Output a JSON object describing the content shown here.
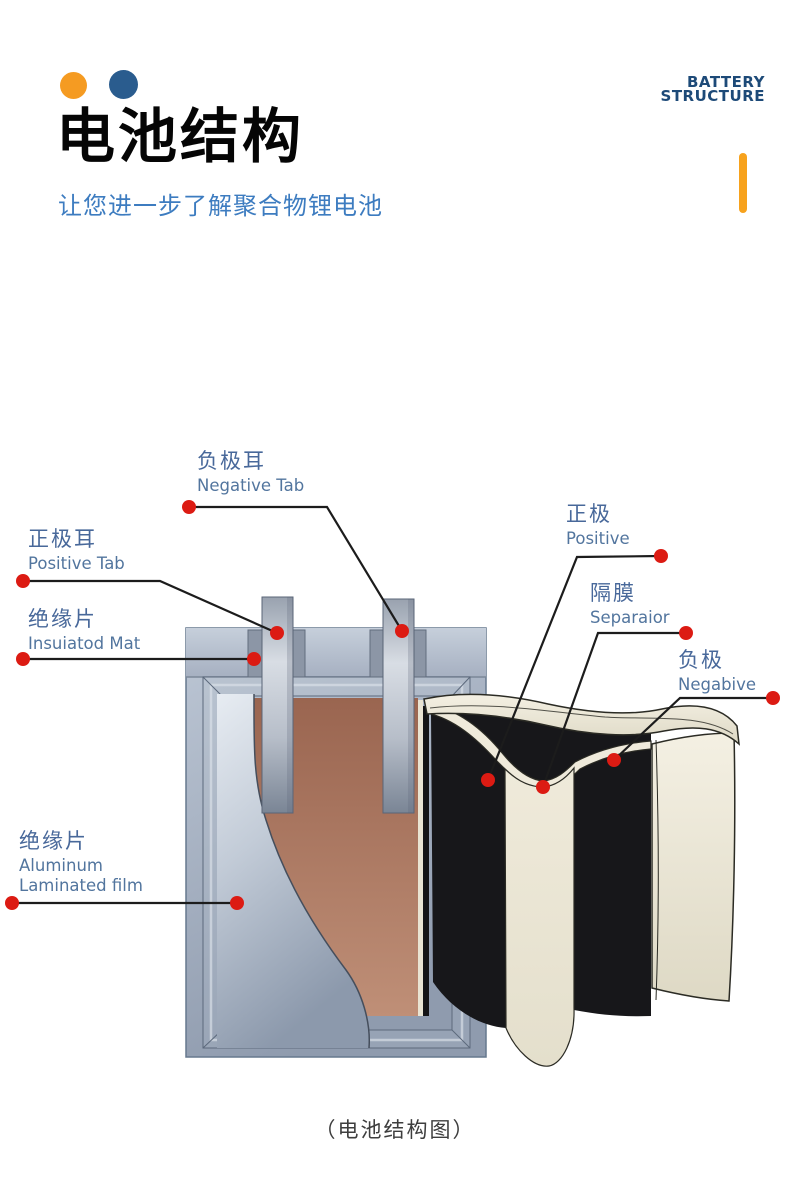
{
  "header": {
    "brand_line1": "BATTERY",
    "brand_line2": "STRUCTURE",
    "title": "电池结构",
    "subtitle": "让您进一步了解聚合物锂电池",
    "accent_color": "#f7a21d",
    "dot_orange_color": "#f59b22",
    "dot_blue_color": "#2a5c8e"
  },
  "diagram": {
    "labels": [
      {
        "id": "negative-tab",
        "cn": "负极耳",
        "en": "Negative Tab"
      },
      {
        "id": "positive-tab",
        "cn": "正极耳",
        "en": "Positive Tab"
      },
      {
        "id": "insulated-mat",
        "cn": "绝缘片",
        "en": "Insuiatod Mat"
      },
      {
        "id": "positive",
        "cn": "正极",
        "en": "Positive"
      },
      {
        "id": "separator",
        "cn": "隔膜",
        "en": "Separaior"
      },
      {
        "id": "negative",
        "cn": "负极",
        "en": "Negabive"
      },
      {
        "id": "aluminum-film",
        "cn": "绝缘片",
        "en": "Aluminum Laminated film"
      }
    ],
    "label_text_color": "#48689a",
    "marker_color": "#dc1b13",
    "leader_line_color": "#1c1c1c",
    "caption": "（电池结构图）"
  }
}
